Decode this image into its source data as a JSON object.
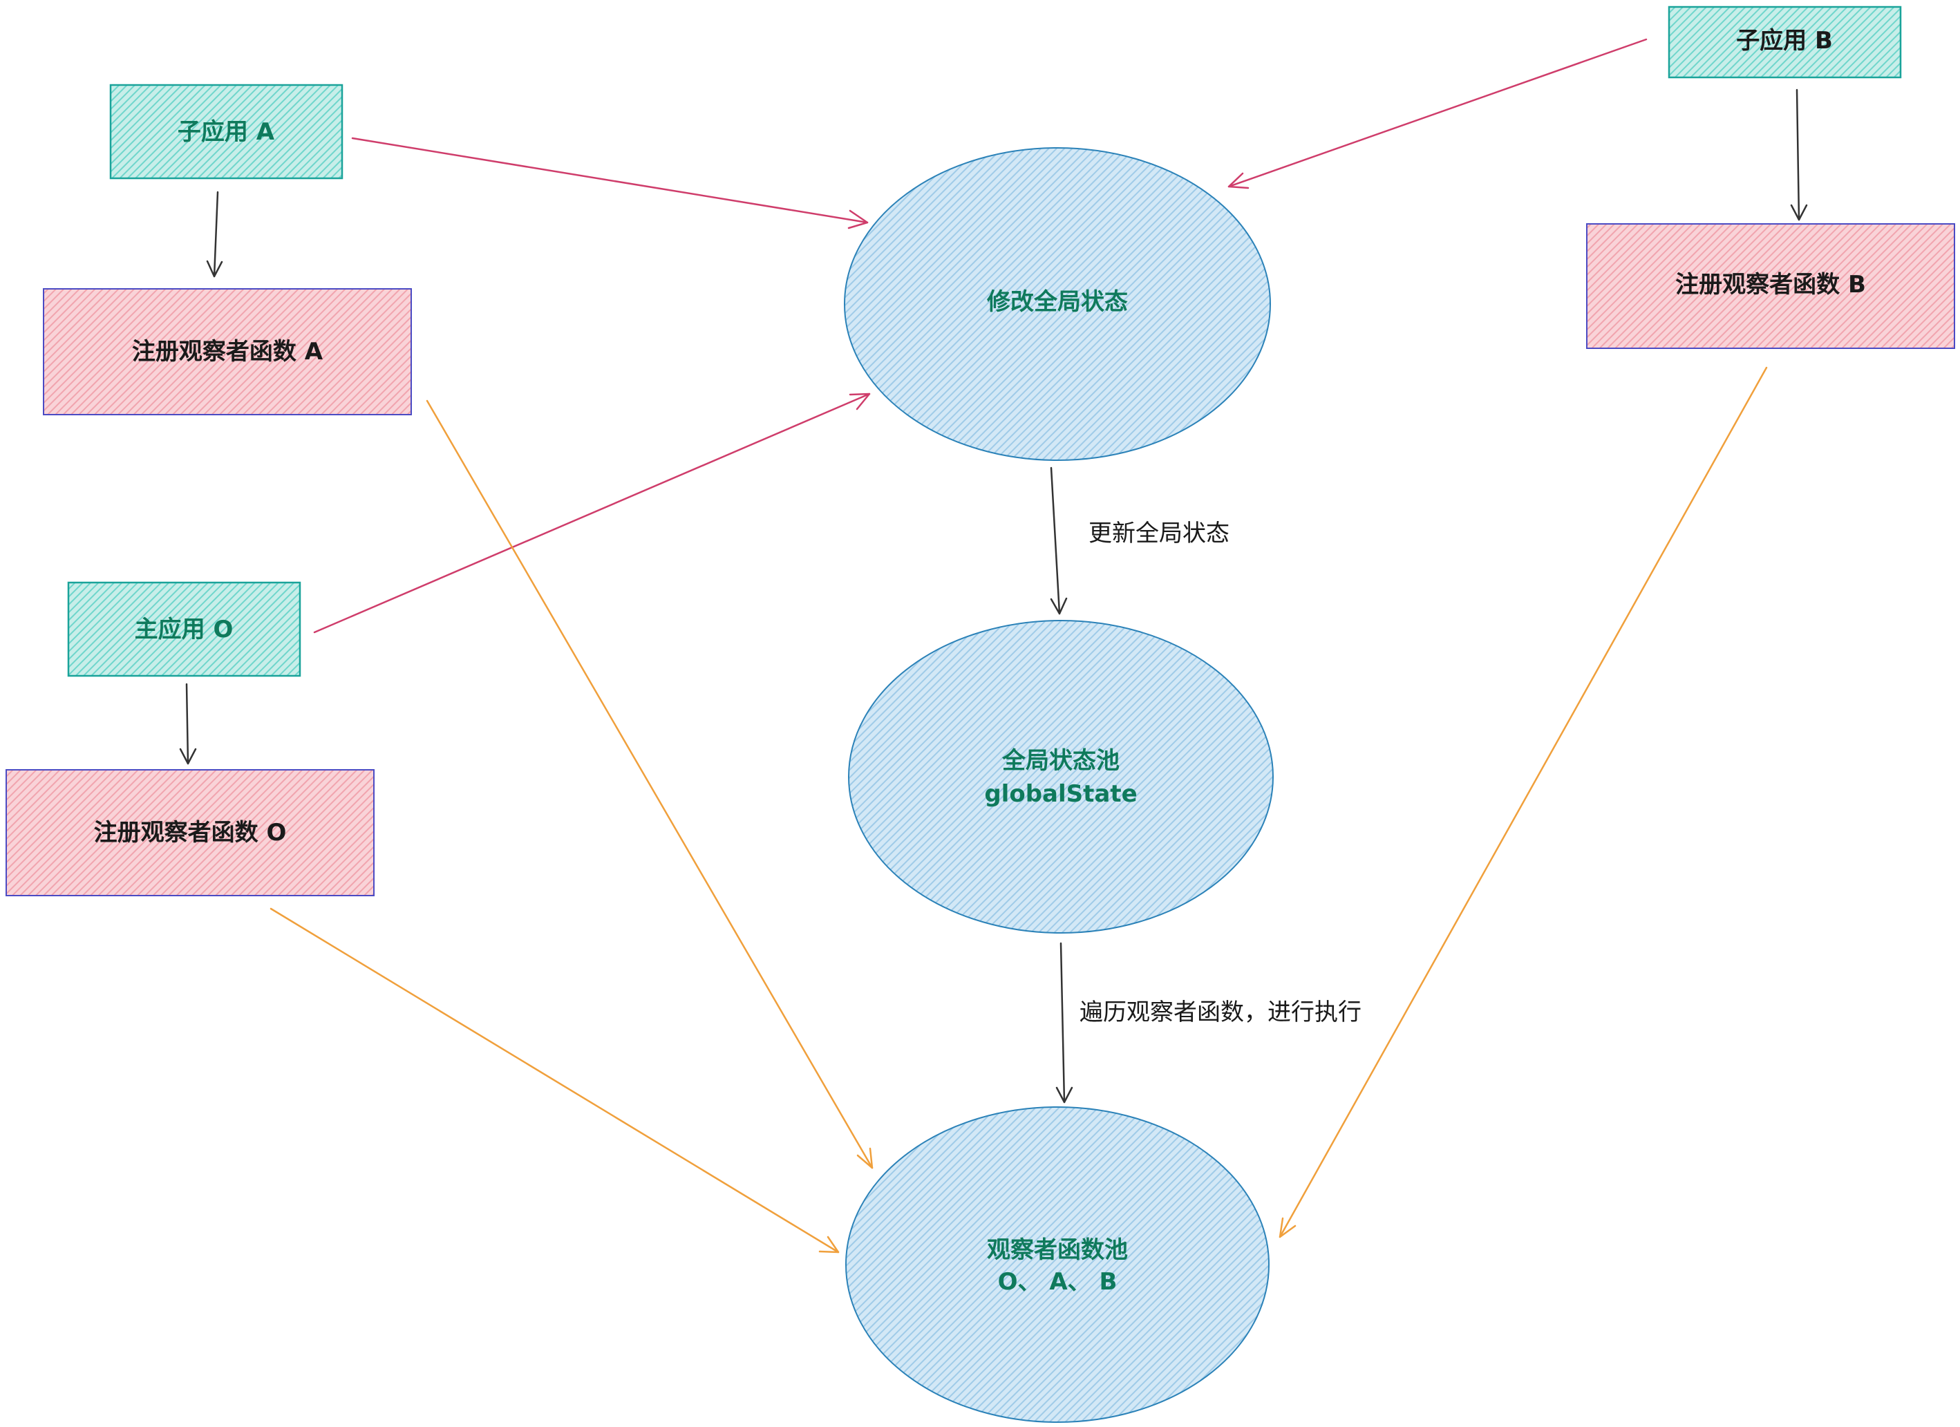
{
  "colors": {
    "teal_fill": "#6fd6cc",
    "teal_stroke": "#1aa39a",
    "red_fill": "#f1a4ae",
    "red_stroke": "#4b4bc4",
    "blue_fill": "#9fcbe8",
    "blue_stroke": "#2b82b8",
    "text_green": "#0f7a5c",
    "text_dark": "#1a1a1a",
    "arrow_red": "#cf3d6b",
    "arrow_orange": "#f0a03c",
    "arrow_black": "#333333"
  },
  "nodes": {
    "sub_app_a": "子应用 A",
    "sub_app_b": "子应用 B",
    "main_app_o": "主应用 O",
    "register_a": "注册观察者函数 A",
    "register_b": "注册观察者函数 B",
    "register_o": "注册观察者函数 O",
    "modify_state": "修改全局状态",
    "global_pool_line1": "全局状态池",
    "global_pool_line2": "globalState",
    "observer_pool_line1": "观察者函数池",
    "observer_pool_line2": "O、 A、 B"
  },
  "edge_labels": {
    "update_state": "更新全局状态",
    "iterate_observers": "遍历观察者函数，进行执行"
  }
}
